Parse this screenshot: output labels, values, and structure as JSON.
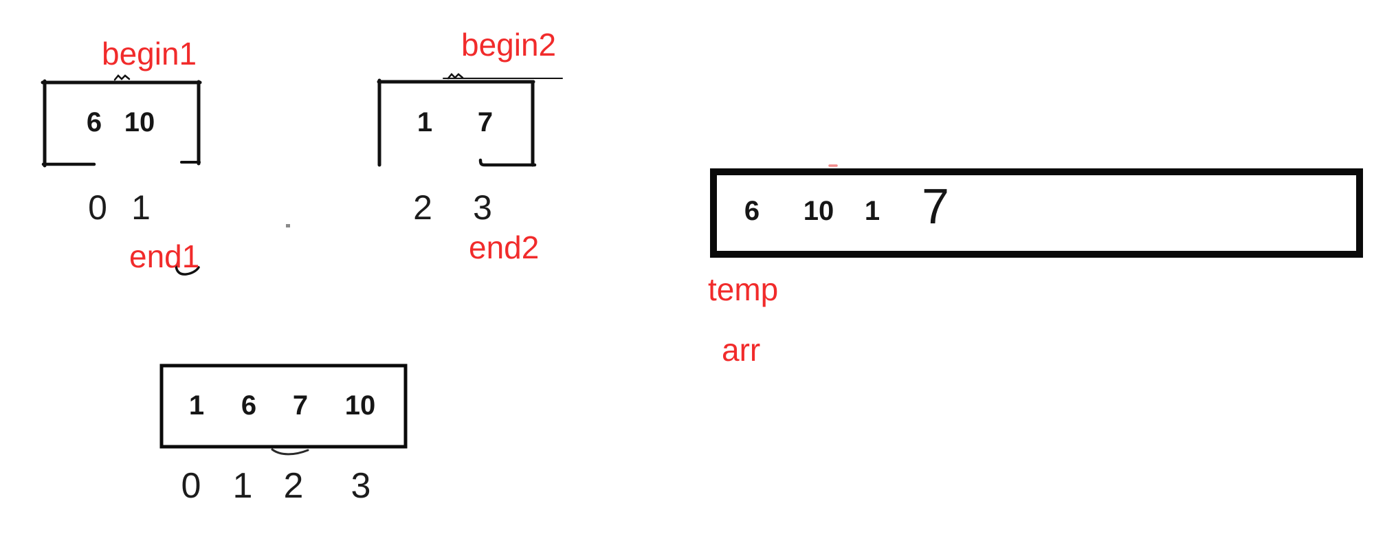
{
  "canvas": {
    "background": "#ffffff",
    "ink_color": "#161616",
    "annotation_color": "#f12b2b"
  },
  "left_subarray": {
    "begin_label": "begin1",
    "end_label": "end1",
    "values": [
      "6",
      "10"
    ],
    "indices": [
      "0",
      "1"
    ]
  },
  "right_subarray": {
    "begin_label": "begin2",
    "end_label": "end2",
    "values": [
      "1",
      "7"
    ],
    "indices": [
      "2",
      "3"
    ]
  },
  "temp_array": {
    "label": "temp",
    "array_label": "arr",
    "values": [
      "6",
      "10",
      "1",
      "7"
    ]
  },
  "merged_array": {
    "values": [
      "1",
      "6",
      "7",
      "10"
    ],
    "indices": [
      "0",
      "1",
      "2",
      "3"
    ]
  }
}
